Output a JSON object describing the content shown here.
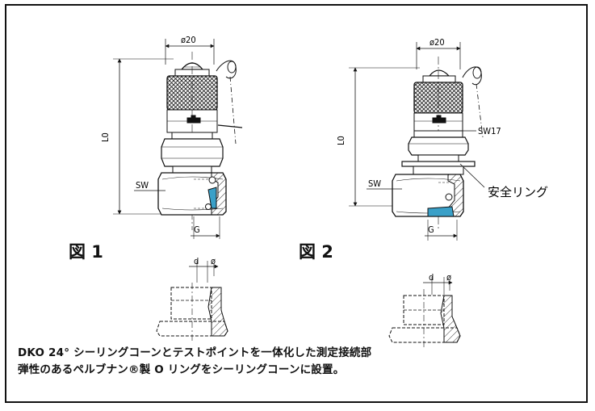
{
  "figures": [
    {
      "label": "図 1",
      "dim_diameter": "ø20",
      "dim_length": "L0",
      "dim_wrench": "SW",
      "dim_thread": "G",
      "detail_d": "d",
      "detail_phi": "ø"
    },
    {
      "label": "図 2",
      "dim_diameter": "ø20",
      "dim_length": "L0",
      "dim_wrench": "SW",
      "dim_wrench2": "SW17",
      "dim_thread": "G",
      "callout": "安全リング",
      "detail_d": "d",
      "detail_phi": "ø"
    }
  ],
  "caption": {
    "line1": "DKO 24° シーリングコーンとテストポイントを一体化した測定接続部",
    "line2": "弾性のあるペルブナン®製 O リングをシーリングコーンに設置。"
  },
  "colors": {
    "seal": "#3aa0c8",
    "hatch": "#333333",
    "line": "#111111"
  },
  "icons": [
    "knurl-cap-icon",
    "o-ring-icon",
    "chain-icon",
    "logo-mark-icon"
  ]
}
